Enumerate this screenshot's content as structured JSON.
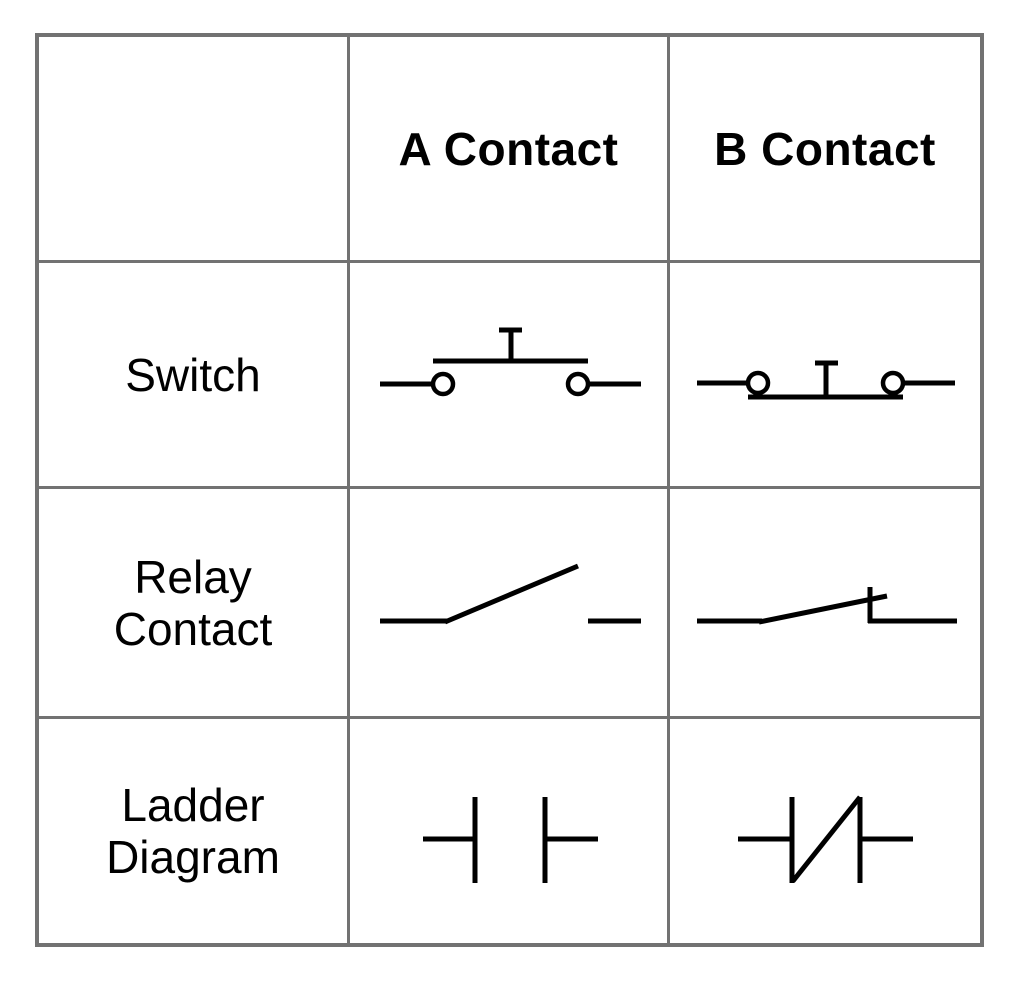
{
  "table": {
    "headers": [
      "",
      "A Contact",
      "B Contact"
    ],
    "rows": [
      {
        "label": "Switch",
        "a_symbol": "pushbutton-switch-normally-open",
        "b_symbol": "pushbutton-switch-normally-closed"
      },
      {
        "label": "Relay Contact",
        "a_symbol": "relay-contact-normally-open",
        "b_symbol": "relay-contact-normally-closed"
      },
      {
        "label": "Ladder Diagram",
        "a_symbol": "ladder-contact-normally-open",
        "b_symbol": "ladder-contact-normally-closed"
      }
    ]
  },
  "colors": {
    "grid": "#727272",
    "symbol": "#000000",
    "text": "#000000",
    "background": "#ffffff"
  }
}
